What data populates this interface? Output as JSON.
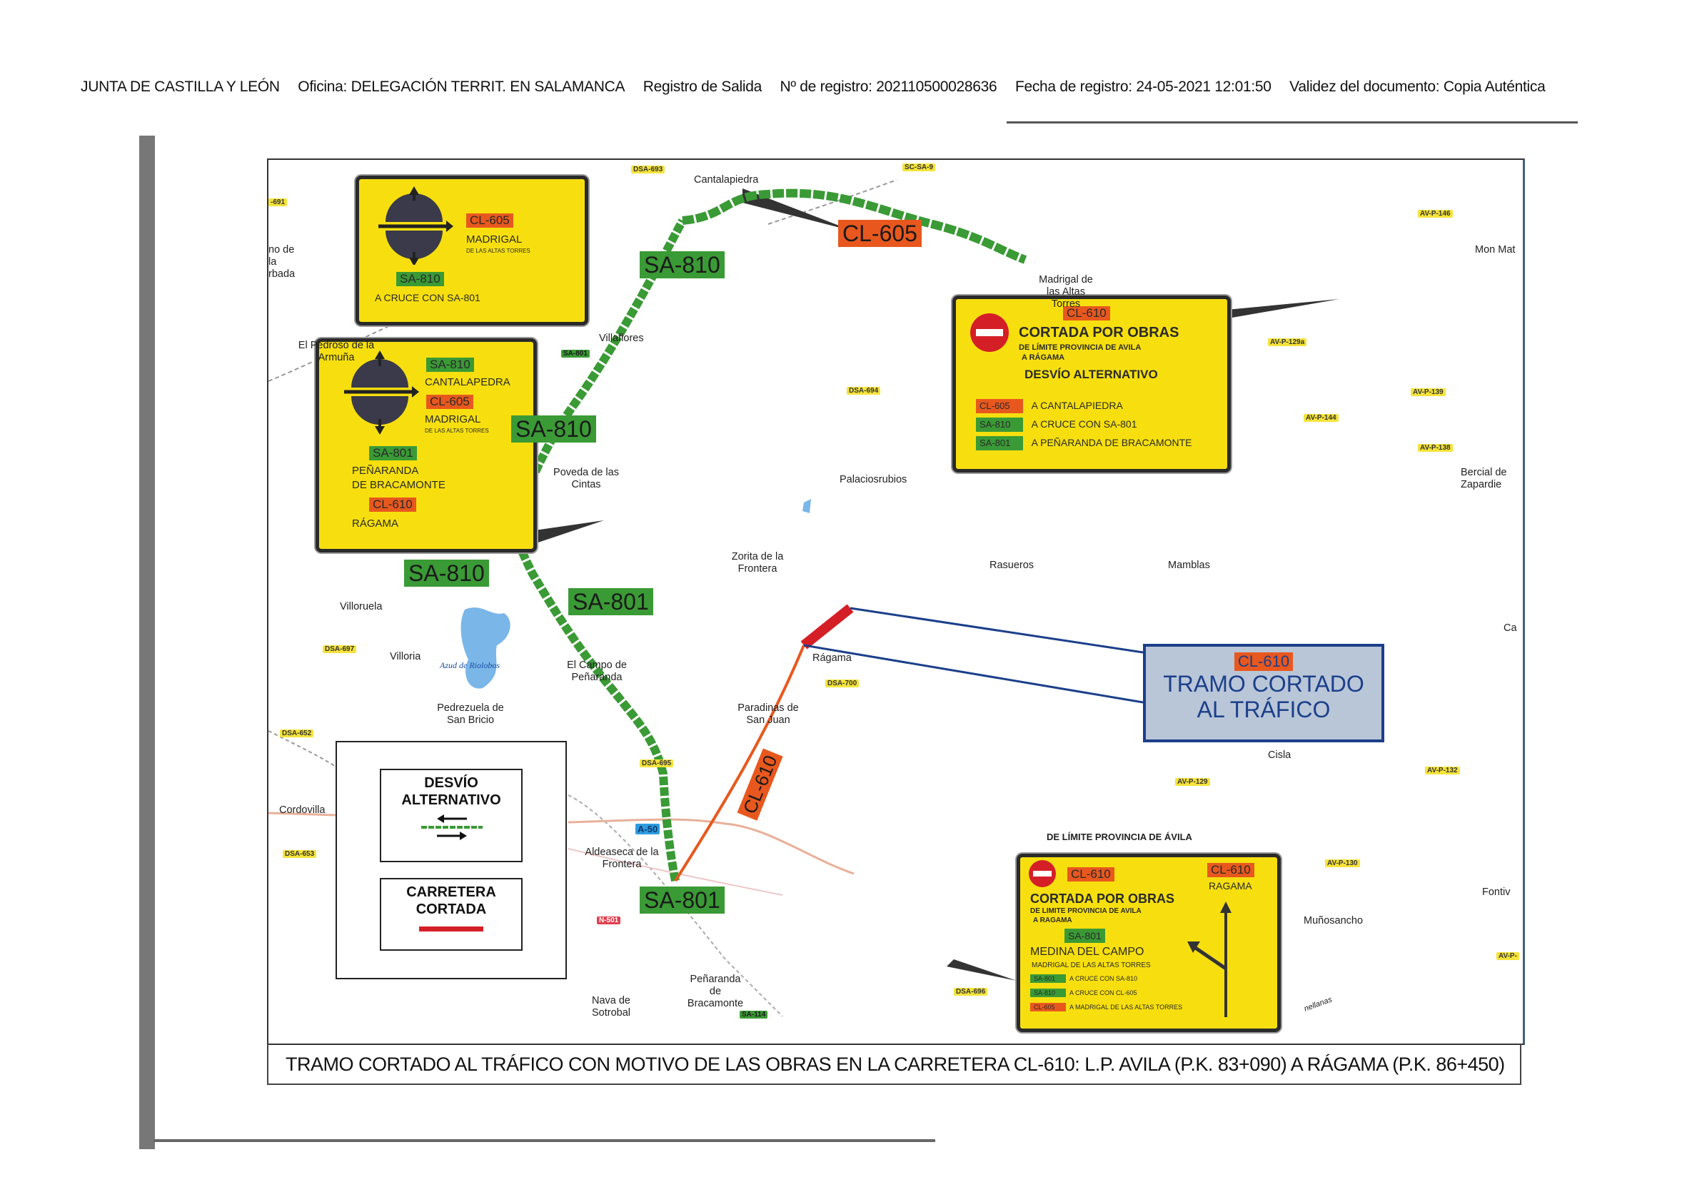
{
  "header": {
    "org": "JUNTA DE CASTILLA Y LEÓN",
    "office": "Oficina: DELEGACIÓN TERRIT. EN SALAMANCA",
    "register_type": "Registro de Salida",
    "register_number": "Nº de registro: 202110500028636",
    "register_date": "Fecha de registro: 24-05-2021 12:01:50",
    "validity": "Validez del documento: Copia Auténtica"
  },
  "caption": "TRAMO CORTADO AL TRÁFICO CON MOTIVO DE LAS OBRAS EN LA CARRETERA CL-610: L.P. AVILA (P.K. 83+090) A RÁGAMA (P.K. 86+450)",
  "colors": {
    "detour_green": "#3a9a35",
    "cl_orange": "#e8581e",
    "closed_red": "#d51f26",
    "sign_yellow": "#f7df0f",
    "callout_blue": "#1b3f8a"
  },
  "towns": {
    "cantalapiedra": "Cantalapiedra",
    "madrigal": "Madrigal de las Altas Torres",
    "villaflores": "Villaflores",
    "pedroso": "El Pedroso de la Armuña",
    "cerbada": "no de la rbada",
    "poveda": "Poveda de las Cintas",
    "palaciosrubios": "Palaciosrubios",
    "zorita": "Zorita de la Frontera",
    "rasueros": "Rasueros",
    "mamblas": "Mamblas",
    "villoruela": "Villoruela",
    "villoria": "Villoria",
    "pedrezuela": "Pedrezuela de San Bricio",
    "azud": "Azud de Riolobos",
    "campo": "El Campo de Peñaranda",
    "ragama": "Rágama",
    "paradinas": "Paradinas de San Juan",
    "cisla": "Cisla",
    "cordovilla": "Cordovilla",
    "aldeaseca": "Aldeaseca de la Frontera",
    "penaranda": "Peñaranda de Bracamonte",
    "nava": "Nava de Sotrobal",
    "munosancho": "Muñosancho",
    "bercial": "Bercial de Zapardie",
    "mon": "Mon Mat",
    "fontiv": "Fontiv",
    "ca": "Ca",
    "limite": "DE LÍMITE PROVINCIA DE ÁVILA",
    "villanueva": "nellanas"
  },
  "road_labels": [
    "DSA-693",
    "SC-SA-9",
    "-691",
    "AV-P-146",
    "SA-801",
    "DSA-694",
    "AV-P-129a",
    "AV-P-139",
    "AV-P-144",
    "AV-P-138",
    "DSA-697",
    "DSA-700",
    "DSA-652",
    "DSA-695",
    "AV-P-129",
    "AV-P-132",
    "DSA-653",
    "AV-P-130",
    "DSA-696",
    "SA-114",
    "A-50",
    "N-501",
    "AV-P-"
  ],
  "shields": {
    "cl605": "CL-605",
    "sa810_top": "SA-810",
    "sa810_mid": "SA-810",
    "sa810_left": "SA-810",
    "sa801_mid": "SA-801",
    "sa801_bottom": "SA-801",
    "cl610_road": "CL-610"
  },
  "sign1": {
    "cl605": "CL-605",
    "madrigal": "MADRIGAL",
    "madrigal_sub": "DE LAS ALTAS TORRES",
    "sa810": "SA-810",
    "cruce": "A CRUCE CON SA-801"
  },
  "sign2": {
    "sa810": "SA-810",
    "cantalapedra": "CANTALAPEDRA",
    "cl605": "CL-605",
    "madrigal": "MADRIGAL",
    "madrigal_sub": "DE LAS ALTAS TORRES",
    "sa801": "SA-801",
    "penaranda1": "PEÑARANDA",
    "penaranda2": "DE BRACAMONTE",
    "cl610": "CL-610",
    "ragama": "RÁGAMA"
  },
  "sign3": {
    "cl610": "CL-610",
    "title": "CORTADA POR OBRAS",
    "sub1": "DE LÍMITE PROVINCIA DE AVILA",
    "sub2": "A RÁGAMA",
    "detour": "DESVÍO ALTERNATIVO",
    "rows": [
      {
        "tag": "CL-605",
        "text": "A CANTALAPIEDRA"
      },
      {
        "tag": "SA-810",
        "text": "A CRUCE CON SA-801"
      },
      {
        "tag": "SA-801",
        "text": "A PEÑARANDA DE BRACAMONTE"
      }
    ]
  },
  "sign4": {
    "cl610_left": "CL-610",
    "cl610_right": "CL-610",
    "ragama_right": "RAGAMA",
    "title": "CORTADA POR OBRAS",
    "sub1": "DE LIMITE PROVINCIA DE AVILA",
    "sub2": "A RAGAMA",
    "sa801": "SA-801",
    "medina": "MEDINA DEL CAMPO",
    "madrigal": "MADRIGAL DE LAS ALTAS TORRES",
    "rows": [
      {
        "tag": "SA-801",
        "text": "A CRUCE CON SA-810"
      },
      {
        "tag": "SA-810",
        "text": "A CRUCE CON CL-605"
      },
      {
        "tag": "CL-605",
        "text": "A MADRIGAL DE LAS ALTAS TORRES"
      }
    ]
  },
  "callout": {
    "tag": "CL-610",
    "line1": "TRAMO CORTADO",
    "line2": "AL TRÁFICO"
  },
  "legend": {
    "detour1": "DESVÍO",
    "detour2": "ALTERNATIVO",
    "closed1": "CARRETERA",
    "closed2": "CORTADA"
  }
}
